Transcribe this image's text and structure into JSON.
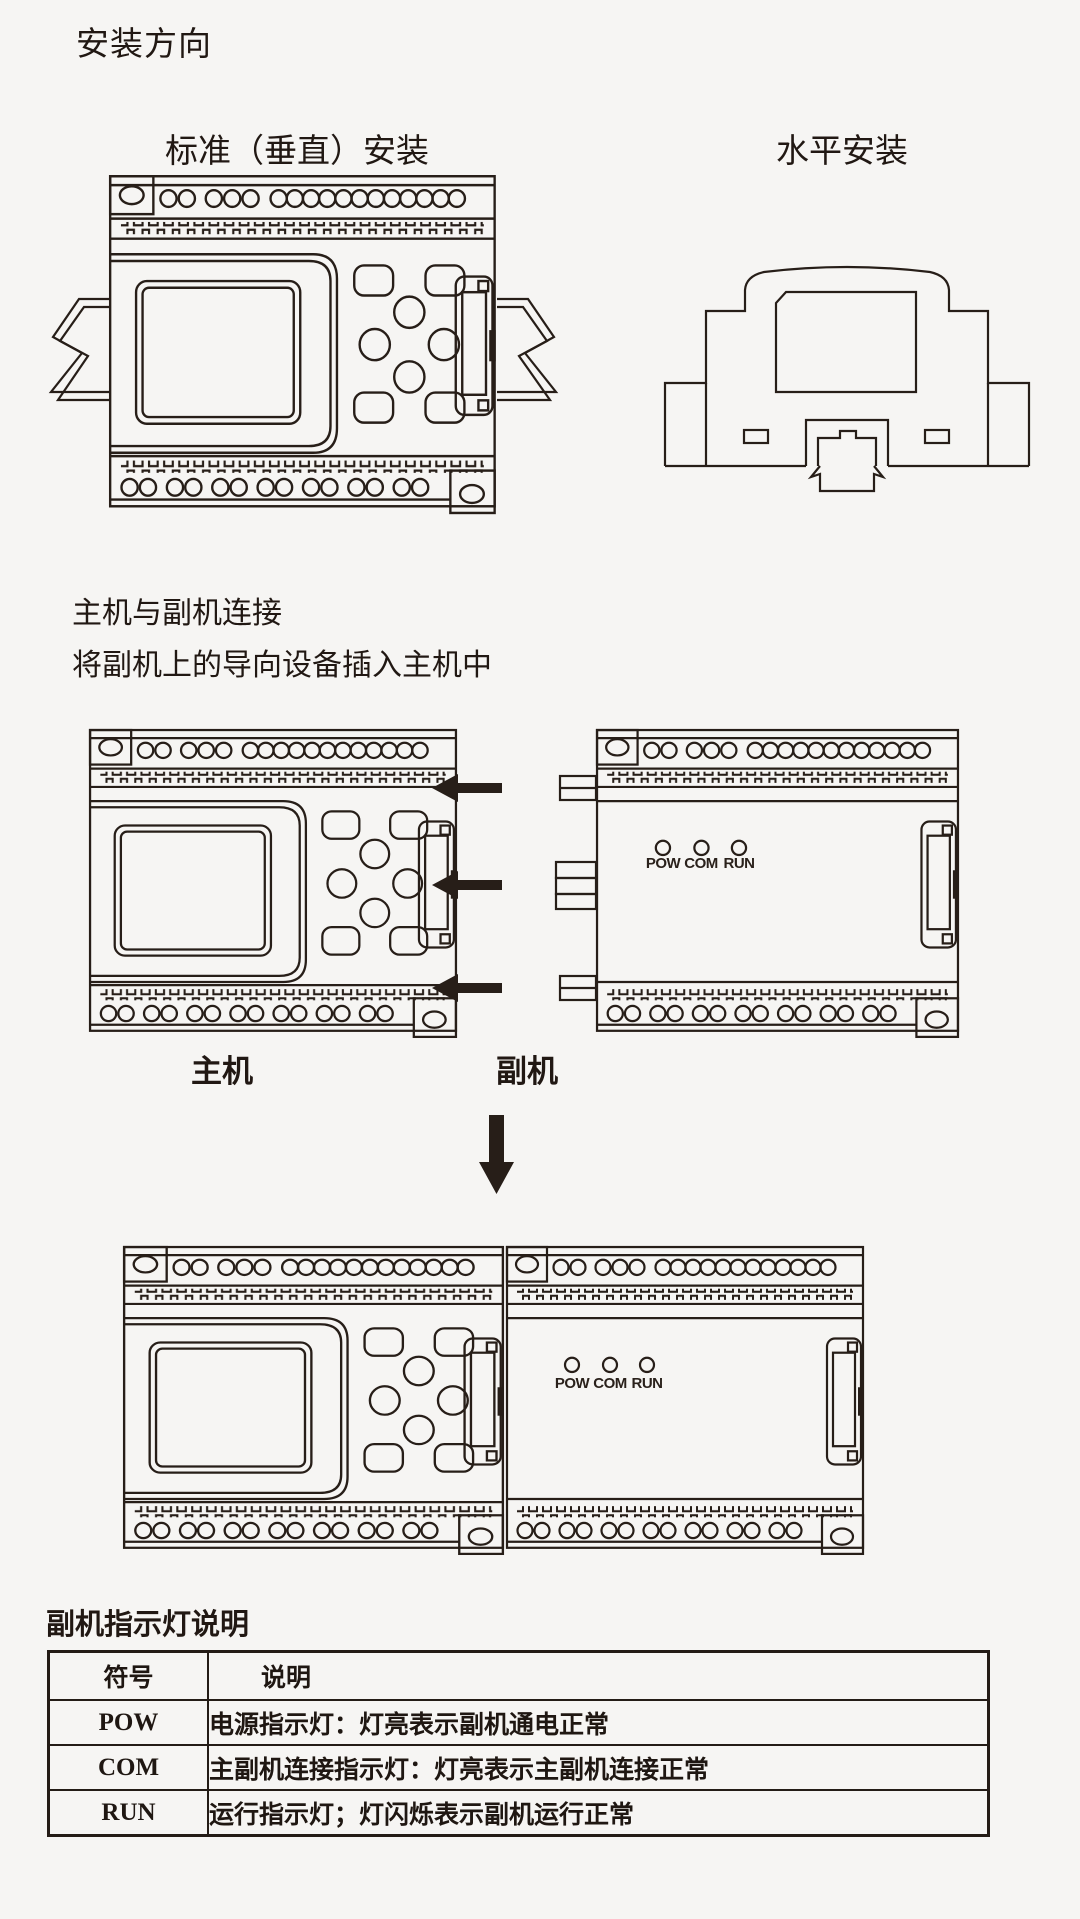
{
  "page": {
    "title": "安装方向",
    "ink": "#271e18",
    "background": "#f6f5f3"
  },
  "headings": {
    "vertical_install": "标准（垂直）安装",
    "horizontal_install": "水平安装",
    "connect": "主机与副机连接",
    "connect_sub": "将副机上的导向设备插入主机中"
  },
  "devices": {
    "main_label": "主机",
    "slave_label": "副机",
    "leds": {
      "pow": "POW",
      "com": "COM",
      "run": "RUN"
    }
  },
  "icons": {
    "left_arrow": "insert-direction-arrow",
    "down_arrow": "assemble-direction-arrow"
  },
  "table": {
    "title": "副机指示灯说明",
    "headers": [
      "符号",
      "说明"
    ],
    "rows": [
      {
        "symbol": "POW",
        "desc": "电源指示灯：灯亮表示副机通电正常"
      },
      {
        "symbol": "COM",
        "desc": "主副机连接指示灯：灯亮表示主副机连接正常"
      },
      {
        "symbol": "RUN",
        "desc": "运行指示灯；灯闪烁表示副机运行正常"
      }
    ]
  }
}
